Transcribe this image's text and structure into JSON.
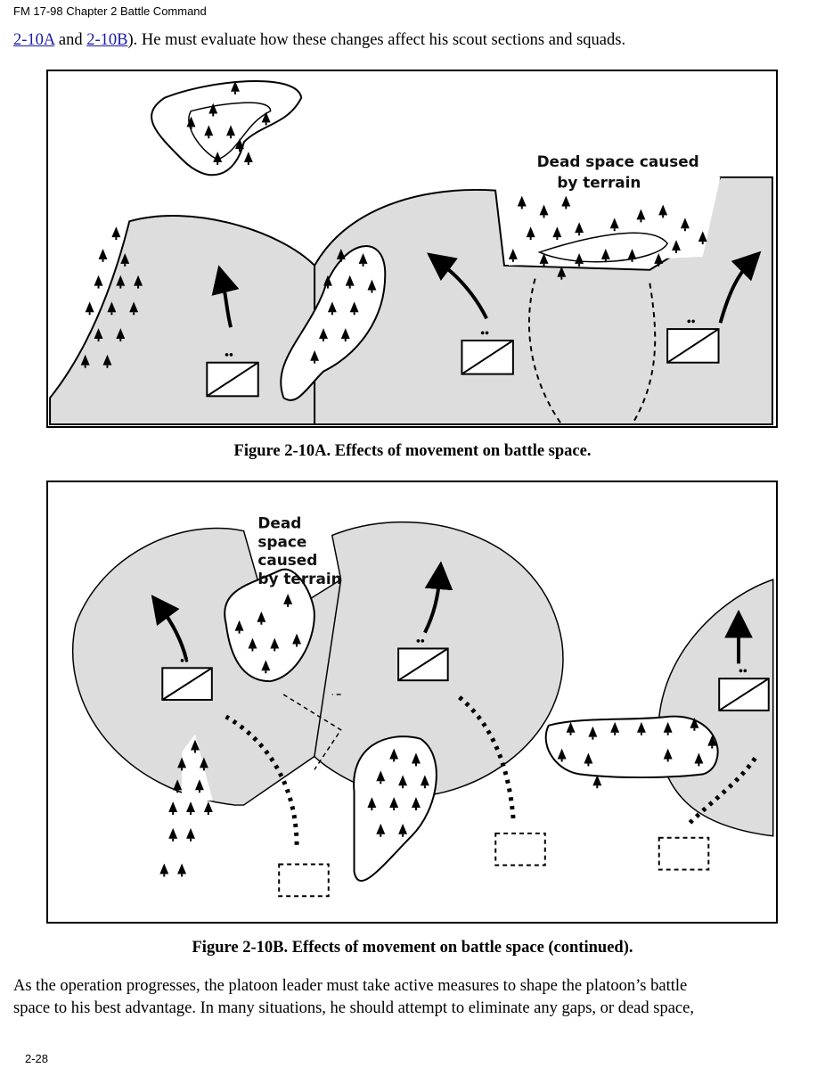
{
  "header": {
    "running_title": "FM 17-98 Chapter 2 Battle Command"
  },
  "intro": {
    "link_a": "2-10A",
    "and": " and ",
    "link_b": "2-10B",
    "rest": "). He must evaluate how these changes affect his scout sections and squads."
  },
  "figure_a": {
    "label_line1": "Dead space caused",
    "label_line2": "by terrain",
    "caption": "Figure 2-10A. Effects of movement on battle space."
  },
  "figure_b": {
    "label_lines": [
      "Dead",
      "space",
      "caused",
      "by terrain"
    ],
    "caption": "Figure 2-10B. Effects of movement on battle space (continued)."
  },
  "body": {
    "line1": "As the operation progresses, the platoon leader must take active measures to shape the platoon’s battle",
    "line2": "space to his best advantage. In many situations, he should attempt to eliminate any gaps, or dead space,"
  },
  "footer": {
    "page_number": "2-28"
  }
}
